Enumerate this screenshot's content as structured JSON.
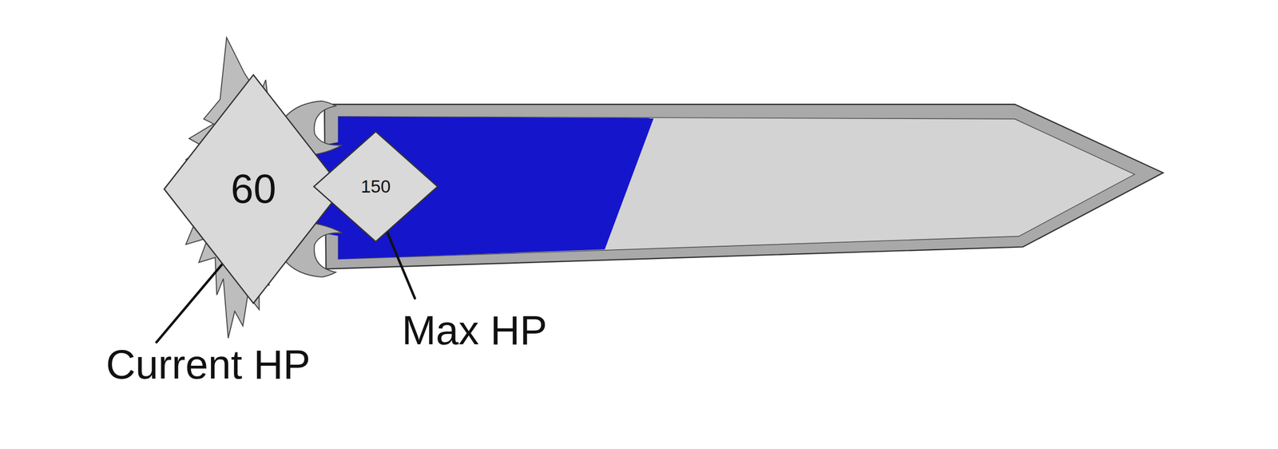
{
  "diagram": {
    "nodes": [
      {
        "text": [
          "60"
        ]
      },
      {
        "text": [
          "150"
        ]
      }
    ],
    "labels": [
      "Current HP",
      "Max HP"
    ]
  }
}
